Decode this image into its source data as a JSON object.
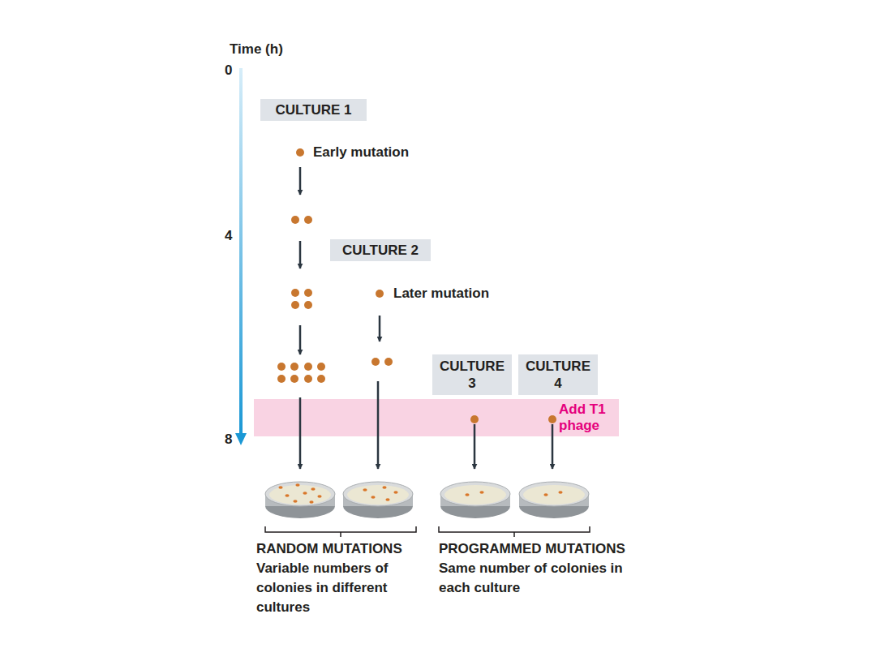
{
  "diagram": {
    "nodes": [
      {
        "text": [
          "CULTURE 1"
        ]
      },
      {
        "text": [
          "CULTURE 2"
        ]
      },
      {
        "text": [
          "CULTURE 3"
        ]
      },
      {
        "text": [
          "CULTURE 4"
        ]
      },
      {
        "text": [
          "Add T1 phage"
        ]
      }
    ],
    "labels": [
      "Time (h)",
      "0",
      "4",
      "8",
      "Early mutation",
      "Later mutation",
      "RANDOM MUTATIONS",
      "Variable numbers of colonies in different cultures",
      "PROGRAMMED MUTATIONS",
      "Same number of colonies in each culture"
    ]
  }
}
